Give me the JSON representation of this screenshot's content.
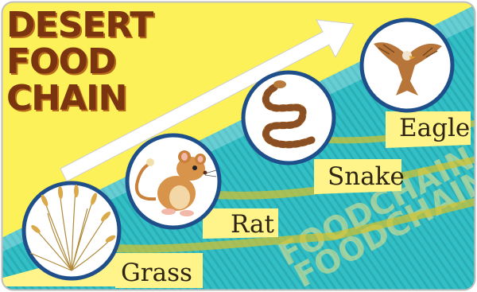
{
  "title": {
    "line1": "DESERT",
    "line2": "FOOD",
    "line3": "CHAIN"
  },
  "chain": [
    {
      "name": "Grass",
      "icon": "grass-icon"
    },
    {
      "name": "Rat",
      "icon": "rat-icon"
    },
    {
      "name": "Snake",
      "icon": "snake-icon"
    },
    {
      "name": "Eagle",
      "icon": "eagle-icon"
    }
  ],
  "watermark": "FOODCHAIN",
  "colors": {
    "teal": "#33bfc6",
    "yellow": "#fdf15a",
    "title_brown": "#7a3410",
    "border_blue": "#1e4f8a",
    "step_yellow": "#fff48a"
  }
}
